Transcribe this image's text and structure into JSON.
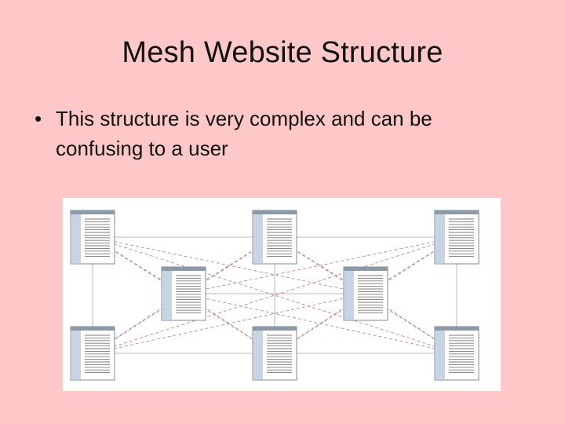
{
  "slide": {
    "title": "Mesh Website Structure",
    "bullet_marker": "•",
    "bullet_text": "This structure is very complex and can be confusing to a user",
    "background_color": "#FFC8C8"
  },
  "diagram": {
    "type": "mesh-site-structure",
    "page_count": 8,
    "colors": {
      "canvas": "#FFFFFF",
      "page_sidebar": "#C8D3E3",
      "page_border": "#7D8A9C",
      "page_header": "#8E99A8",
      "text_lines": "#7A7A7A",
      "link_solid": "#B8B8B8",
      "link_dashed": "#B88A8A"
    }
  }
}
